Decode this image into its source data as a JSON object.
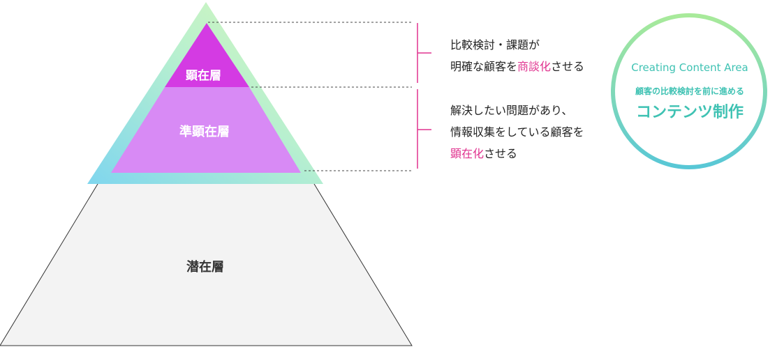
{
  "pyramid": {
    "top_label": "顕在層",
    "middle_label": "準顕在層",
    "bottom_label": "潜在層"
  },
  "descriptions": {
    "top": {
      "line1": "比較検討・課題が",
      "line2_pre": "明確な顧客を",
      "line2_hl": "商談化",
      "line2_post": "させる"
    },
    "middle": {
      "line1": "解決したい問題があり、",
      "line2": "情報収集をしている顧客を",
      "line3_hl": "顕在化",
      "line3_post": "させる"
    }
  },
  "circle": {
    "en_title": "Creating Content Area",
    "sub_title": "顧客の比較検討を前に進める",
    "main_title": "コンテンツ制作"
  },
  "colors": {
    "top_layer": "#d43be3",
    "middle_layer": "#d88af5",
    "bottom_layer": "#f3f3f3",
    "highlight": "#e0338f",
    "bracket": "#e0338f",
    "circle_text": "#3fc2b3"
  }
}
